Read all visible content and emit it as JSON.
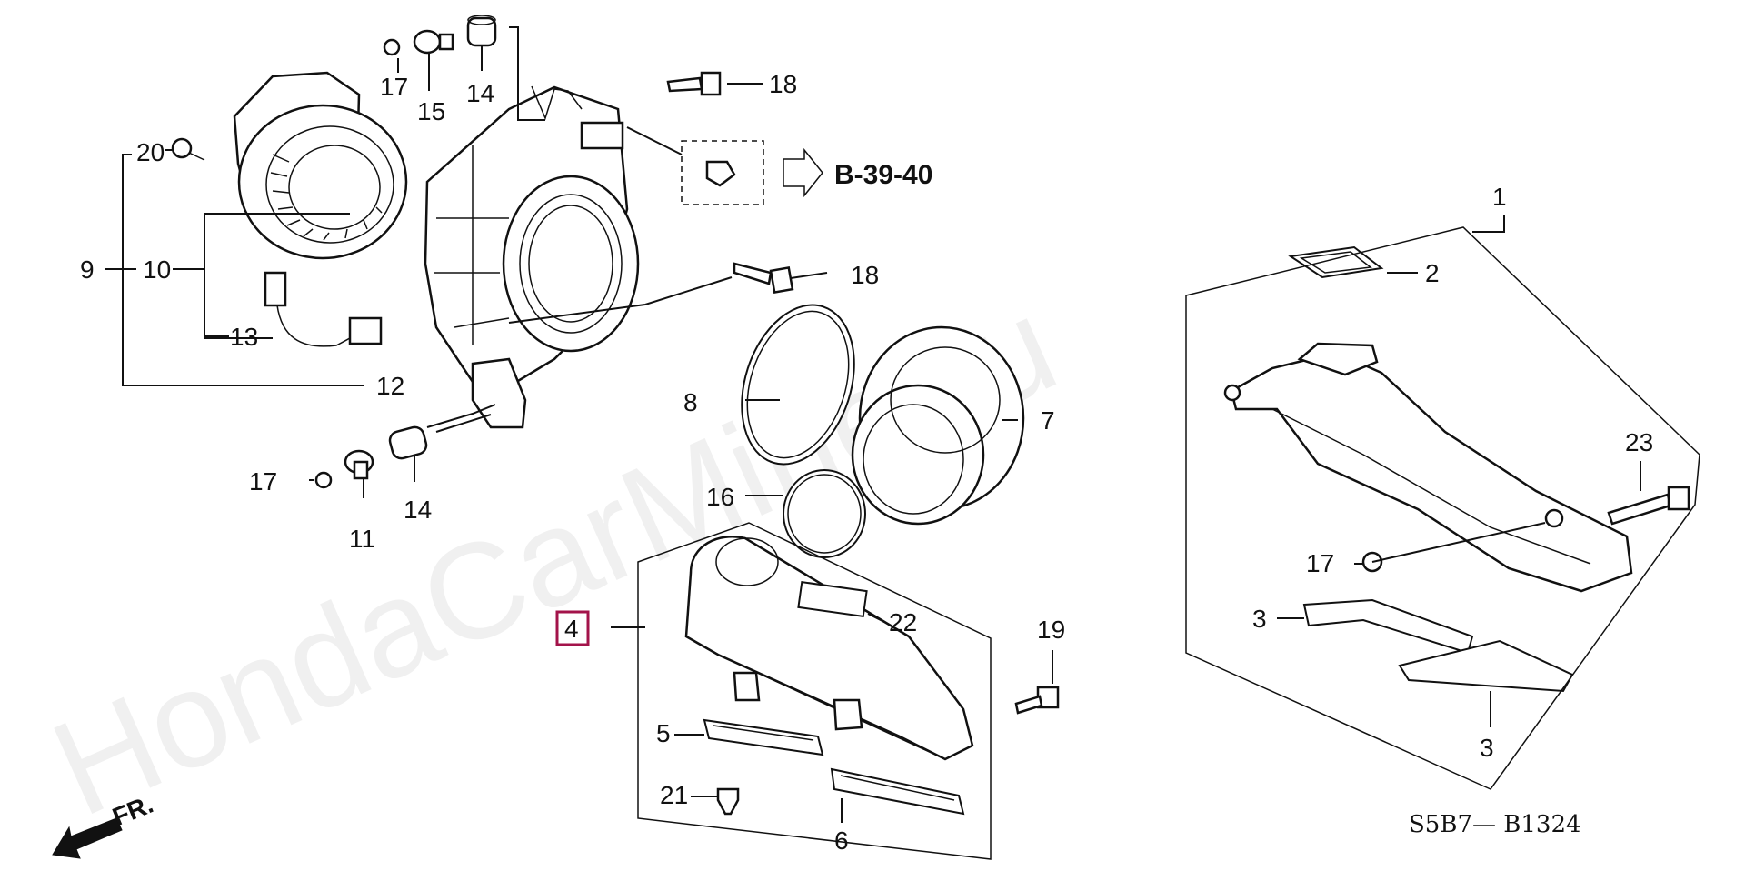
{
  "diagram": {
    "callouts": [
      "1",
      "2",
      "3",
      "3",
      "4",
      "5",
      "6",
      "7",
      "8",
      "9",
      "10",
      "11",
      "12",
      "13",
      "14",
      "14",
      "15",
      "16",
      "17",
      "17",
      "17",
      "18",
      "18",
      "19",
      "20",
      "21",
      "22",
      "23"
    ],
    "reference": "B-39-40",
    "drawing_code": "S5B7— B1324",
    "watermark": "HondaCarMine.ru",
    "highlight_color": "#a3134a"
  }
}
